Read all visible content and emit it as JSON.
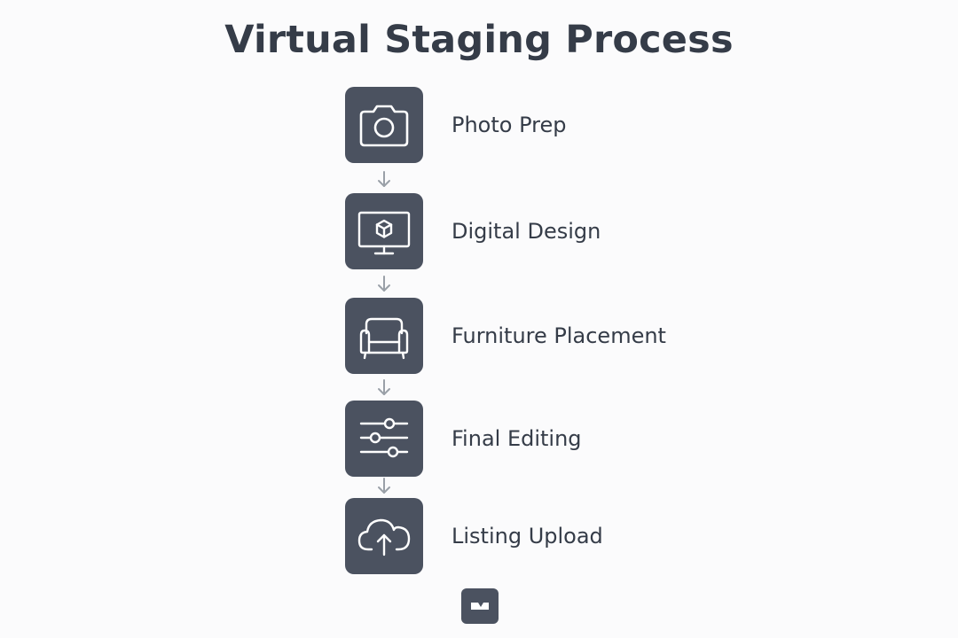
{
  "title": "Virtual Staging Process",
  "steps": [
    {
      "label": "Photo Prep",
      "icon": "camera-icon"
    },
    {
      "label": "Digital Design",
      "icon": "monitor-cube-icon"
    },
    {
      "label": "Furniture Placement",
      "icon": "armchair-icon"
    },
    {
      "label": "Final Editing",
      "icon": "sliders-icon"
    },
    {
      "label": "Listing Upload",
      "icon": "cloud-upload-icon"
    }
  ],
  "colors": {
    "background": "#fbfbfc",
    "icon_tile": "#4b5260",
    "text": "#353c48",
    "arrow": "#9aa0a8"
  },
  "logo_icon": "brand-logo-icon"
}
